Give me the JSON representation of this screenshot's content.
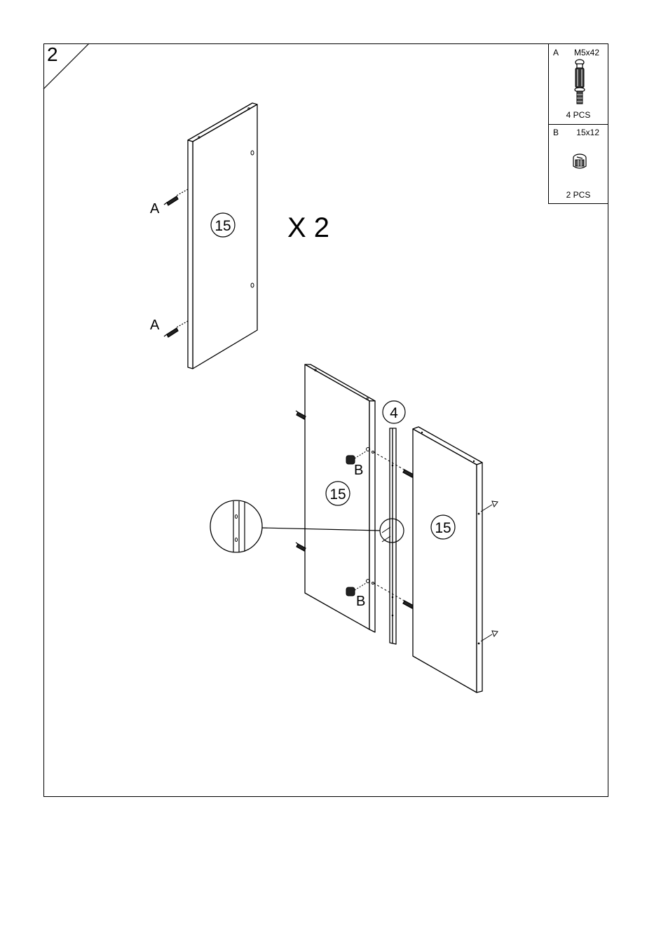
{
  "step": {
    "number": "2"
  },
  "multiplier": "X 2",
  "parts": [
    {
      "letter": "A",
      "size": "M5x42",
      "quantity": "4 PCS",
      "icon": "cam-bolt-icon"
    },
    {
      "letter": "B",
      "size": "15x12",
      "quantity": "2 PCS",
      "icon": "cam-lock-icon"
    }
  ],
  "panels": {
    "side_top": "15",
    "side_left": "15",
    "divider": "4",
    "side_right": "15"
  },
  "callouts": {
    "bolt_top": "A",
    "bolt_bottom": "A",
    "cam_upper": "B",
    "cam_lower": "B"
  }
}
